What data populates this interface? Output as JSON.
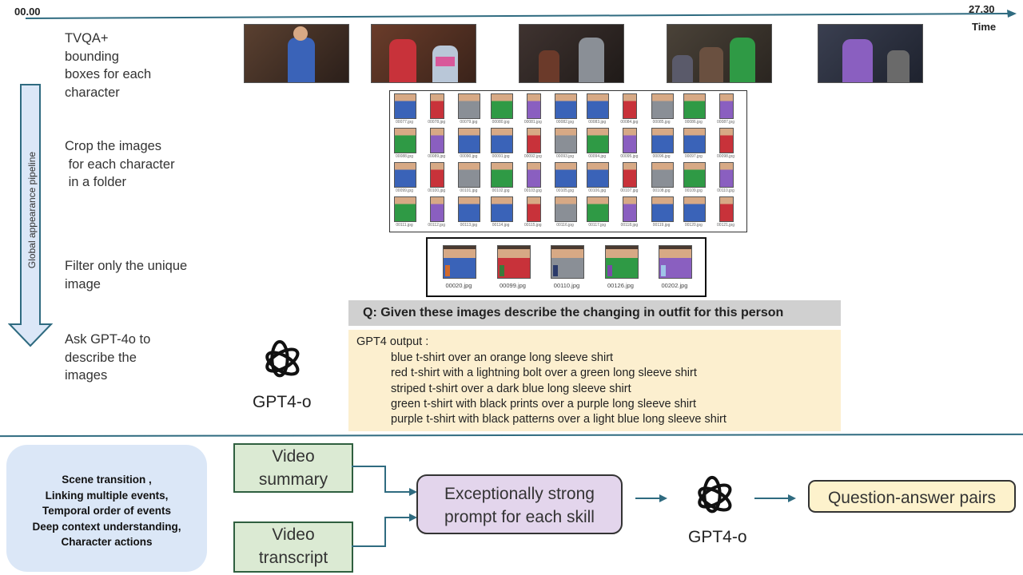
{
  "timeline": {
    "start": "00.00",
    "end": "27.30",
    "axis_label": "Time"
  },
  "colors": {
    "accent": "#2f6b80",
    "question_bg": "#d0d0d0",
    "output_bg": "#fcefcf",
    "prompt_bg": "#e3d5ec",
    "green_box_bg": "#dbead3",
    "qa_bg": "#fdf2cc",
    "skills_bg": "#dbe7f7"
  },
  "steps": [
    {
      "text": "TVQA+\nbounding\nboxes for each\ncharacter"
    },
    {
      "text": "Crop the images\n for each character\n in a folder"
    },
    {
      "text": "Filter only the unique\nimage"
    },
    {
      "text": "Ask GPT-4o to\ndescribe the\nimages"
    }
  ],
  "pipeline_label": "Global appearance pipeline",
  "grid_captions": [
    [
      "00077.jpg",
      "00078.jpg",
      "00079.jpg",
      "00080.jpg",
      "00081.jpg",
      "00082.jpg",
      "00083.jpg",
      "00084.jpg",
      "00085.jpg",
      "00086.jpg",
      "00087.jpg"
    ],
    [
      "00088.jpg",
      "00089.jpg",
      "00090.jpg",
      "00091.jpg",
      "00092.jpg",
      "00093.jpg",
      "00094.jpg",
      "00095.jpg",
      "00096.jpg",
      "00097.jpg",
      "00098.jpg"
    ],
    [
      "00099.jpg",
      "00100.jpg",
      "00101.jpg",
      "00102.jpg",
      "00103.jpg",
      "00105.jpg",
      "00106.jpg",
      "00107.jpg",
      "00108.jpg",
      "00109.jpg",
      "00110.jpg"
    ],
    [
      "00111.jpg",
      "00112.jpg",
      "00113.jpg",
      "00114.jpg",
      "00115.jpg",
      "00116.jpg",
      "00117.jpg",
      "00118.jpg",
      "00119.jpg",
      "00120.jpg",
      "00121.jpg"
    ]
  ],
  "unique_images": [
    {
      "caption": "00020.jpg",
      "shirt": "#3a63b8",
      "sleeve": "#d06a2c"
    },
    {
      "caption": "00099.jpg",
      "shirt": "#c8323a",
      "sleeve": "#3a7a3a"
    },
    {
      "caption": "00110.jpg",
      "shirt": "#8a8f96",
      "sleeve": "#2b3a6a"
    },
    {
      "caption": "00126.jpg",
      "shirt": "#2f9a45",
      "sleeve": "#7a4aa8"
    },
    {
      "caption": "00202.jpg",
      "shirt": "#8a5fc0",
      "sleeve": "#9fc4e8"
    }
  ],
  "question": "Q:  Given these images describe the changing in outfit for this person",
  "gpt_output": {
    "heading": "GPT4 output :",
    "lines": [
      "blue t-shirt over an orange long sleeve shirt",
      "red t-shirt with a lightning bolt over a green long sleeve shirt",
      "striped t-shirt over a dark blue long sleeve shirt",
      "green t-shirt with black prints over a purple long sleeve shirt",
      "purple t-shirt with black patterns over a light blue long sleeve shirt"
    ]
  },
  "gpt_model_label": "GPT4-o",
  "bottom": {
    "skills": [
      "Scene transition ,",
      "Linking multiple events,",
      "Temporal order of events",
      "Deep context understanding,",
      "Character actions"
    ],
    "video_summary": "Video\nsummary",
    "video_transcript": "Video\ntranscript",
    "prompt": "Exceptionally strong\nprompt for each skill",
    "gpt_label": "GPT4-o",
    "qa": "Question-answer pairs"
  }
}
